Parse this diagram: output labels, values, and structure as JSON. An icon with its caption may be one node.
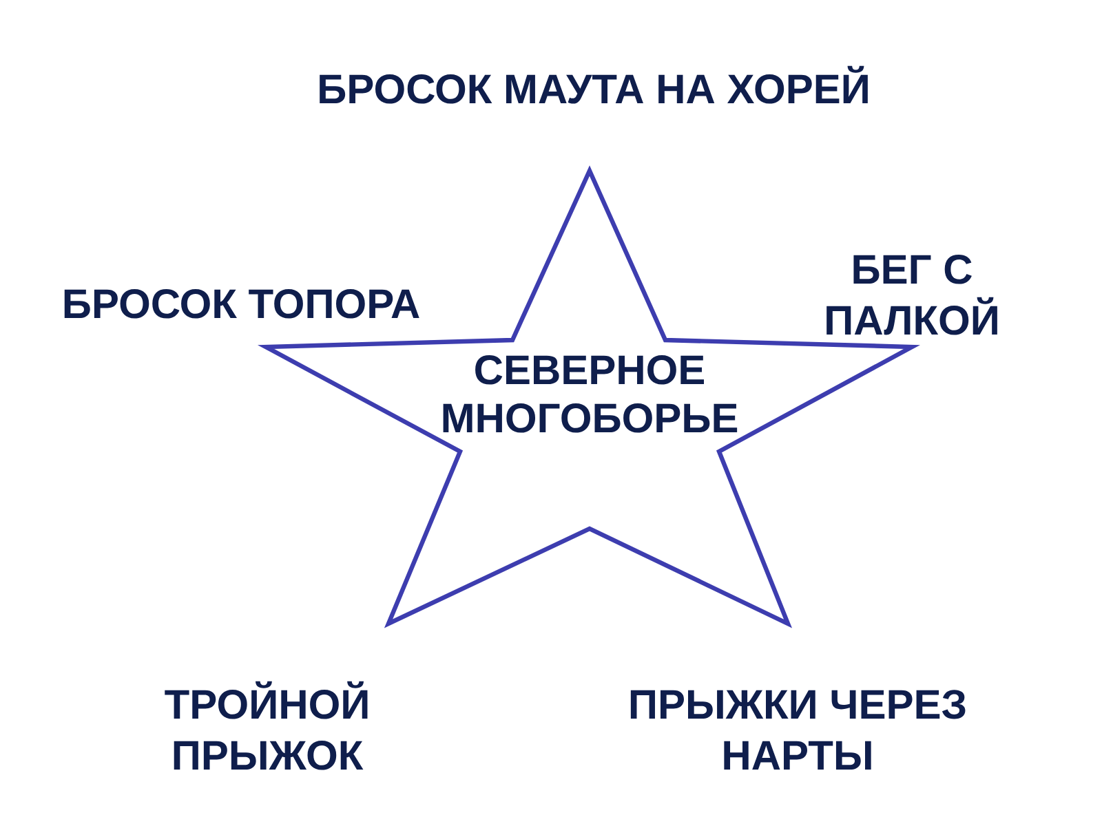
{
  "diagram": {
    "nodes": [
      {
        "text": [
          "СЕВЕРНОЕ МНОГОБОРЬЕ"
        ]
      }
    ],
    "labels": [
      "БРОСОК МАУТА НА ХОРЕЙ",
      "БРОСОК ТОПОРА",
      "БЕГ С ПАЛКОЙ",
      "ТРОЙНОЙ ПРЫЖОК",
      "ПРЫЖКИ ЧЕРЕЗ НАРТЫ"
    ]
  }
}
